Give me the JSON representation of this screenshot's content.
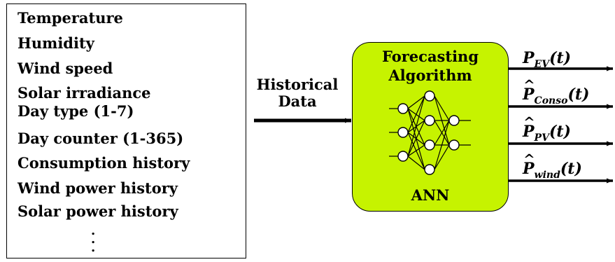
{
  "inputs": {
    "items": [
      "Temperature",
      "Humidity",
      "Wind speed",
      "Solar irradiance",
      "Day type (1-7)",
      "Day counter (1-365)",
      "Consumption history",
      "Wind power history",
      "Solar power history"
    ]
  },
  "arrow": {
    "line1": "Historical",
    "line2": "Data"
  },
  "ann": {
    "title_line1": "Forecasting",
    "title_line2": "Algorithm",
    "bottom": "ANN",
    "fill_color": "#c6f300"
  },
  "outputs": [
    {
      "symbol": "P",
      "subscript": "EV",
      "suffix": "(t)",
      "hat": ""
    },
    {
      "symbol": "P",
      "subscript": "Conso",
      "suffix": "(t)",
      "hat": "^"
    },
    {
      "symbol": "P",
      "subscript": "PV",
      "suffix": "(t)",
      "hat": "^"
    },
    {
      "symbol": "P",
      "subscript": "wind",
      "suffix": "(t)",
      "hat": "^"
    }
  ]
}
